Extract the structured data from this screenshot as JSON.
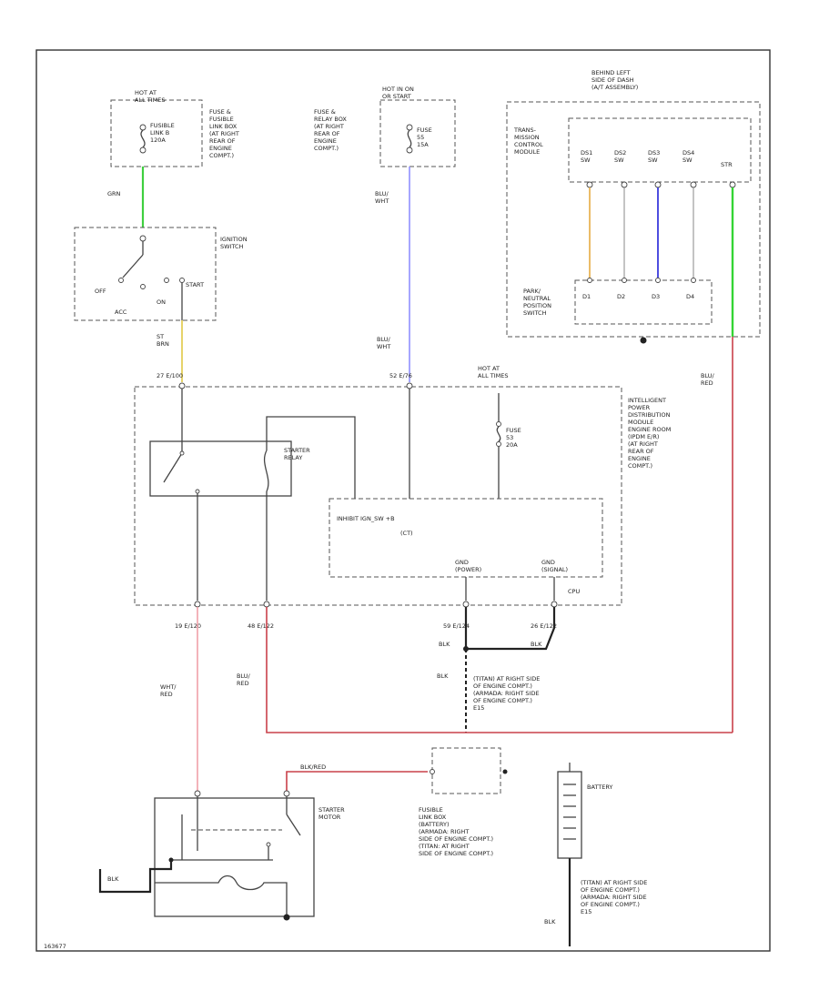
{
  "colors": {
    "green": "#3fcf3f",
    "blue": "#8f8fff",
    "yellow": "#e6d36a",
    "orange": "#e9b457",
    "deep_blue": "#3b3bdd",
    "red": "#c9404a",
    "pink": "#f0a0a8",
    "ground_green": "#33d433"
  },
  "labels": {
    "hot_acc": "HOT AT\nALL TIMES",
    "fusible_link_120a": "FUSIBLE\nLINK B\n120A",
    "fuse_link_box": "FUSE &\nFUSIBLE\nLINK BOX\n(AT RIGHT\nREAR OF\nENGINE\nCOMPT.)",
    "wire_grn": "GRN",
    "ignition_switch": "IGNITION\nSWITCH",
    "ign_off": "OFF",
    "ign_acc": "ACC",
    "ign_on": "ON",
    "ign_start": "START",
    "wire_st_brn": "ST\n\nBRN",
    "hot_run": "HOT IN ON\nOR START",
    "fuse_55": "FUSE\n55\n15A",
    "fuse_relay_box": "FUSE &\nRELAY BOX\n(AT RIGHT\nREAR OF\nENGINE\nCOMPT.)",
    "wire_blu_wht_top": "BLU/\nWHT",
    "wire_blu_wht_bot": "BLU/\nWHT",
    "tcm_header": "BEHIND LEFT\nSIDE OF DASH\n(A/T ASSEMBLY)",
    "tcm": "TRANS-\nMISSION\nCONTROL\nMODULE",
    "tcm_pins": [
      "DS1\nSW",
      "DS2\nSW",
      "DS3\nSW",
      "DS4\nSW",
      "STR"
    ],
    "pnp_pins": [
      "D1",
      "D2",
      "D3",
      "D4"
    ],
    "pnp_switch": "PARK/\nNEUTRAL\nPOSITION\nSWITCH",
    "term_st": "27  E/100",
    "term_52": "52  E/76",
    "term_ipdm_s": "HOT AT\nALL TIMES",
    "fuse_53": "FUSE\n53\n20A",
    "ipdm": "INTELLIGENT\nPOWER\nDISTRIBUTION\nMODULE\nENGINE ROOM\n(IPDM E/R)\n(AT RIGHT\nREAR OF\nENGINE\nCOMPT.)",
    "starter_relay": "STARTER\nRELAY",
    "cpu_row": "INHIBIT    IGN_SW          +B",
    "cpu_sub": "(CT)",
    "gnd_power": "GND\n(POWER)",
    "gnd_signal": "GND\n(SIGNAL)",
    "cpu": "CPU",
    "term_19": "19    E/120",
    "term_48": "48    E/122",
    "term_59": "59    E/124",
    "term_26": "26    E/122",
    "wire_blk1": "BLK",
    "wire_blk2": "BLK",
    "wire_blk3": "BLK",
    "wire_blk4": "BLK",
    "wire_wht_red": "WHT/\nRED",
    "wire_blu_red_left": "BLU/\nRED",
    "wire_blu_red_right": "BLU/\nRED",
    "ground_e15": "(TITAN) AT RIGHT SIDE\nOF ENGINE COMPT.)\n(ARMADA: RIGHT SIDE\nOF ENGINE COMPT.)\nE15",
    "wire_blk_red": "BLK/RED",
    "fusible_link_box": "FUSIBLE\nLINK BOX\n(BATTERY)\n(ARMADA: RIGHT\nSIDE OF ENGINE COMPT.)\n(TITAN: AT RIGHT\nSIDE OF ENGINE COMPT.)",
    "battery": "BATTERY",
    "starter_motor": "STARTER\nMOTOR",
    "ground_e15_b": "(TITAN) AT RIGHT SIDE\nOF ENGINE COMPT.)\n(ARMADA: RIGHT SIDE\nOF ENGINE COMPT.)\nE15",
    "diagram_id": "163677"
  }
}
